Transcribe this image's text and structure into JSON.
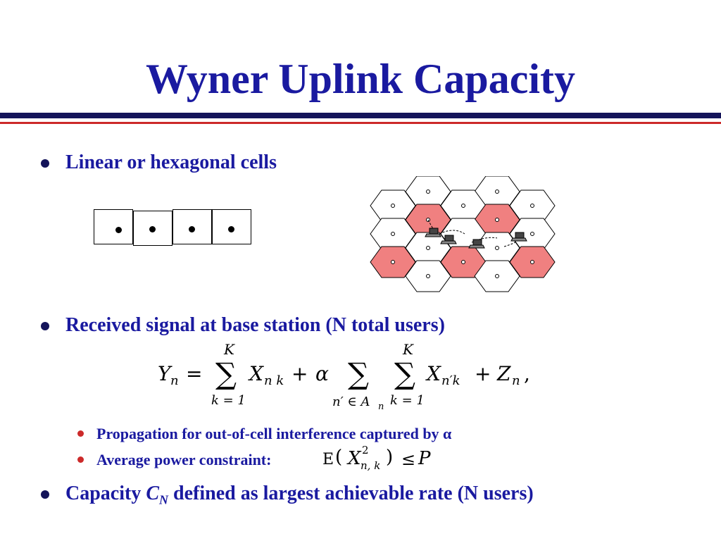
{
  "title": "Wyner Uplink Capacity",
  "bullets": {
    "b1": "Linear or hexagonal cells",
    "b2": "Received signal at base station (N total users)",
    "sub1": "Propagation for out-of-cell interference captured by α",
    "sub2": "Average power constraint:",
    "b3_pre": "Capacity",
    "b3_sym": "C",
    "b3_sub": "N",
    "b3_post": "defined as largest achievable rate (N users)"
  },
  "equation": {
    "lhs": "Y",
    "lhs_sub": "n",
    "eq": "=",
    "sum": "∑",
    "upper_K": "K",
    "lower_k1": "k = 1",
    "x_nk": "X",
    "x_nk_sub": "n k",
    "plus": "+",
    "alpha": "α",
    "lower_nA": "n′ ∈ A",
    "lower_nA_sub": "n",
    "x_npk_sub": "n′k",
    "z": "Z",
    "z_sub": "n",
    "comma": ","
  },
  "constraint": {
    "E": "E",
    "open": "(",
    "X": "X",
    "sup": "2",
    "sub": "n, k",
    "close": ")",
    "leq": "≤",
    "P": "P"
  },
  "colors": {
    "title": "#1a1aa0",
    "bullet_main": "#14145a",
    "bullet_sub": "#cc2a2a",
    "hex_highlight": "#f08080"
  }
}
